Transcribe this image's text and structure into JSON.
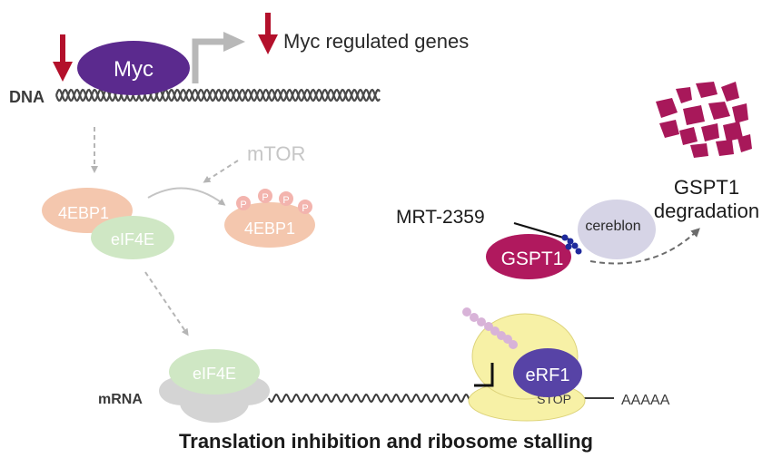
{
  "labels": {
    "dna": "DNA",
    "mrna": "mRNA",
    "myc": "Myc",
    "myc_regulated_genes": "Myc regulated genes",
    "mtor": "mTOR",
    "fourebp1_bound": "4EBP1",
    "eif4e_bound": "eIF4E",
    "fourebp1_phospho": "4EBP1",
    "phospho_tag": "P",
    "eif4e_mrna": "eIF4E",
    "mrt2359": "MRT-2359",
    "cereblon": "cereblon",
    "gspt1": "GSPT1",
    "gspt1_degradation_line1": "GSPT1",
    "gspt1_degradation_line2": "degradation",
    "erf1": "eRF1",
    "stop": "STOP",
    "polya": "AAAAA",
    "caption": "Translation inhibition and ribosome stalling"
  },
  "colors": {
    "myc": "#5b2a8e",
    "gspt1": "#b0195e",
    "fragments": "#a8185a",
    "red_arrow": "#b3102b",
    "erf1": "#5743a6",
    "cereblon": "#d6d4e6",
    "ribosome": "#f7f1a6",
    "fourebp1": "#f4c7ae",
    "eif4e": "#cfe7c4",
    "phospho": "#f3b4ae",
    "grey_arrow": "#bdbdbd",
    "text": "#1a1a1a"
  }
}
